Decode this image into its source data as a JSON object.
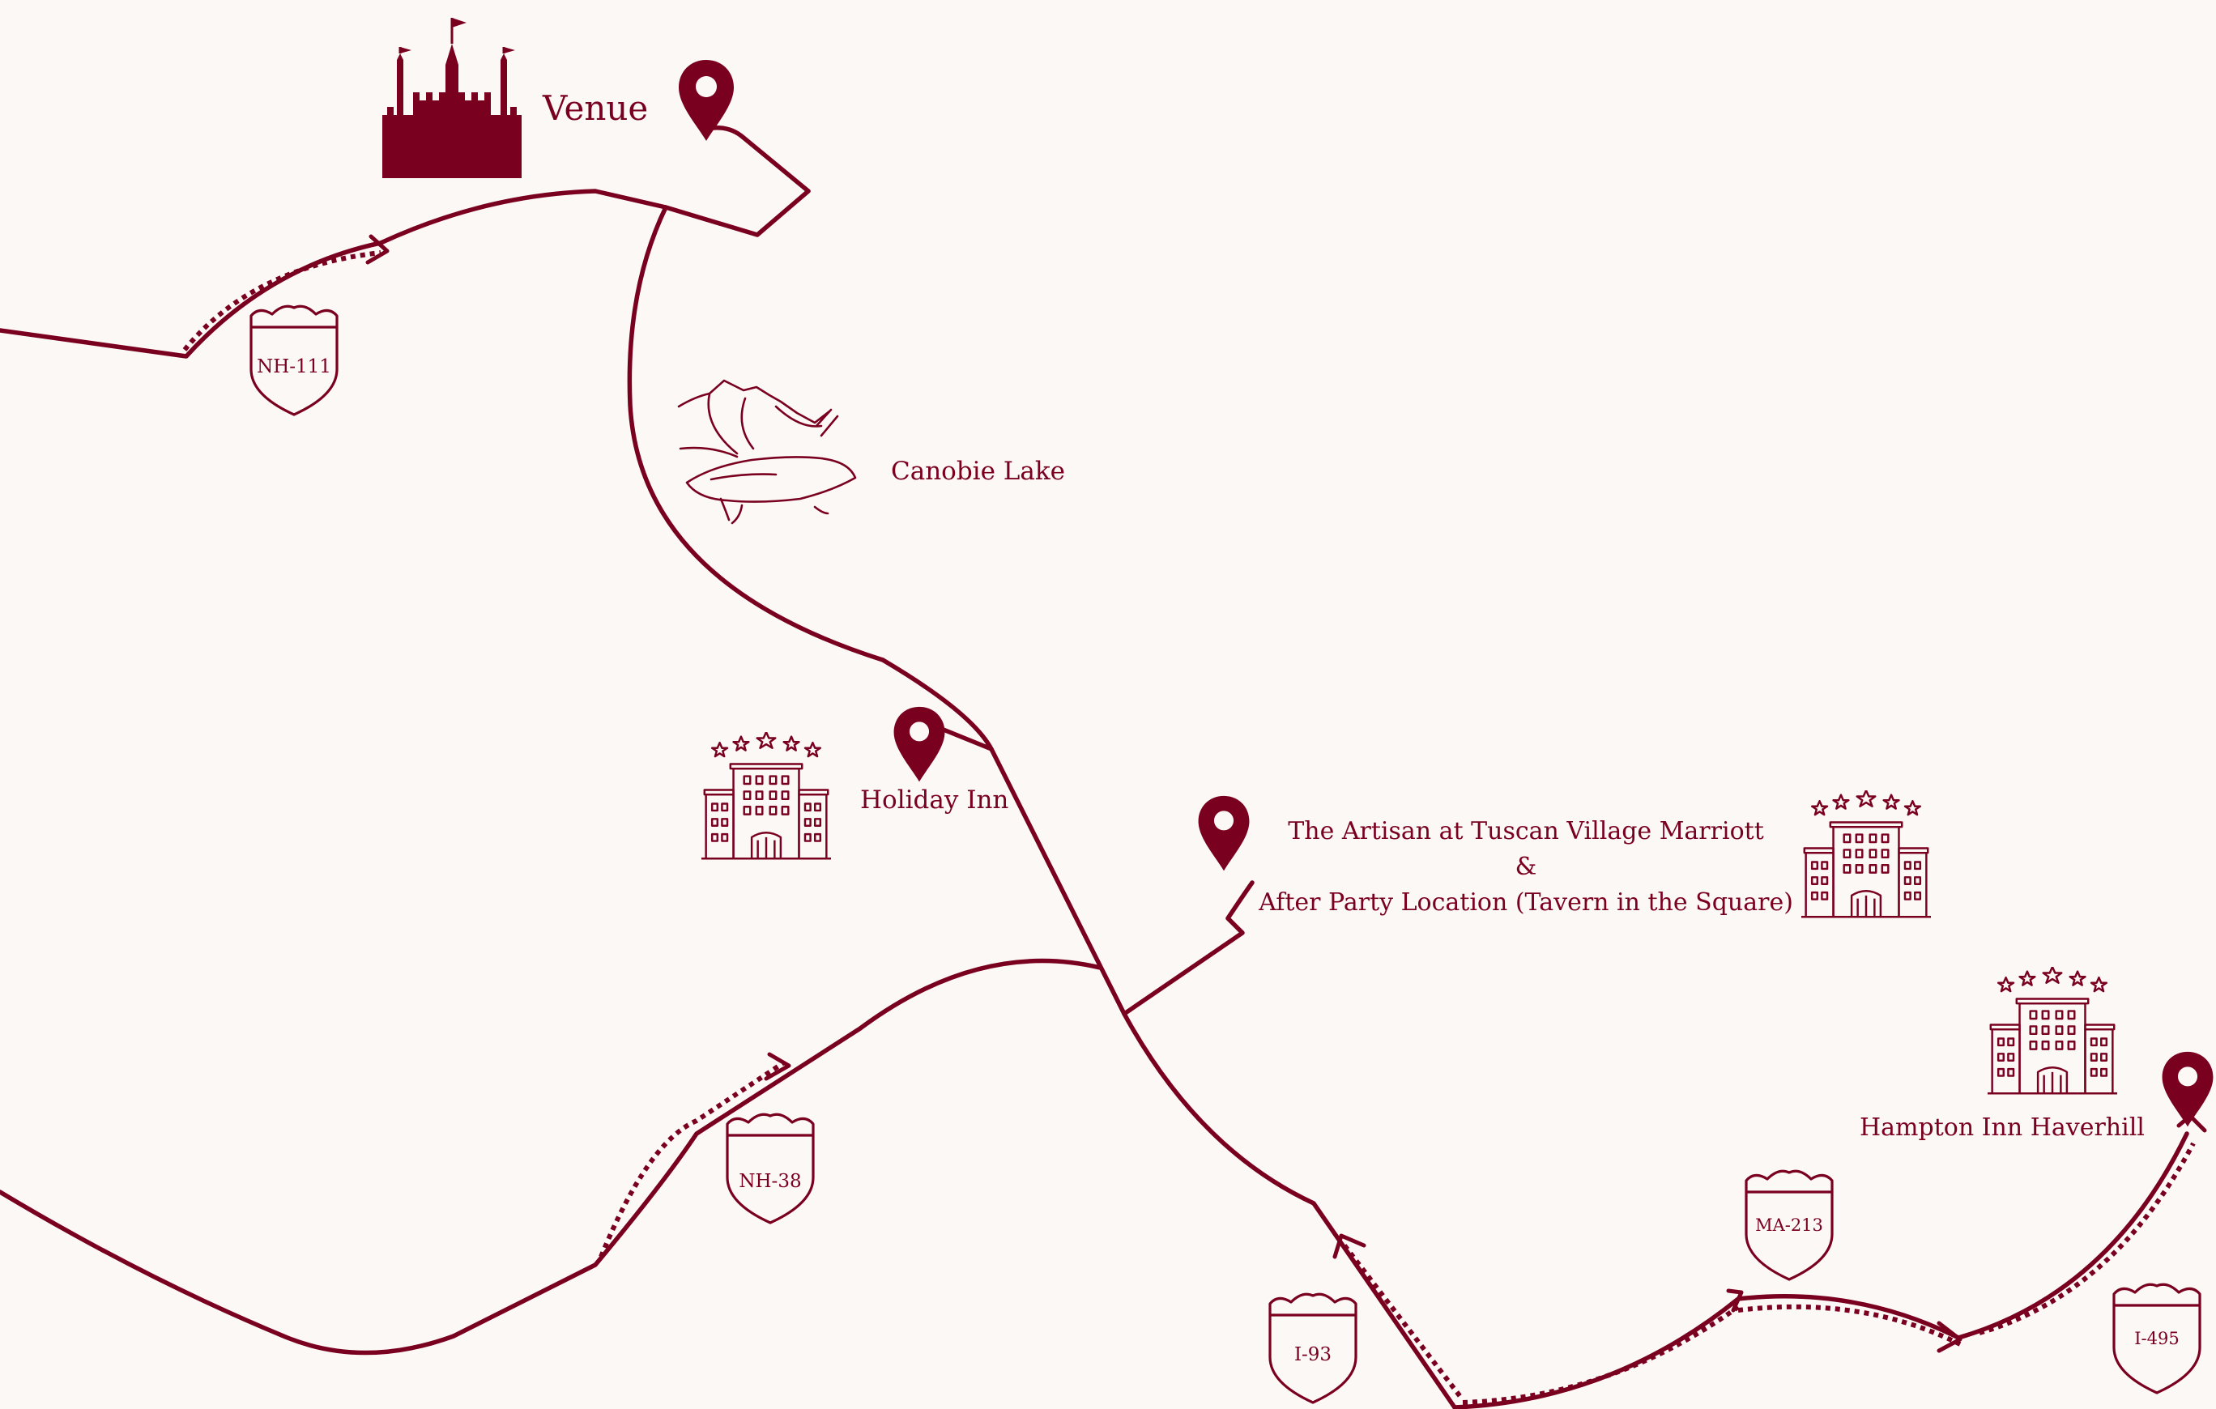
{
  "colors": {
    "accent": "#7a0020",
    "background": "#fcf8f5"
  },
  "places": {
    "venue": {
      "label": "Venue",
      "icon": "castle-icon"
    },
    "lake": {
      "label": "Canobie Lake",
      "icon": "lake-mountains-icon"
    },
    "holiday_inn": {
      "label": "Holiday Inn",
      "icon": "hotel-icon"
    },
    "artisan": {
      "line1": "The Artisan at Tuscan Village Marriott",
      "line2": "&",
      "line3": "After Party Location (Tavern in the Square)",
      "icon": "hotel-icon"
    },
    "hampton": {
      "label": "Hampton Inn Haverhill",
      "icon": "hotel-icon"
    }
  },
  "routes": {
    "nh111": "NH-111",
    "nh38": "NH-38",
    "i93": "I-93",
    "ma213": "MA-213",
    "i495": "I-495"
  }
}
